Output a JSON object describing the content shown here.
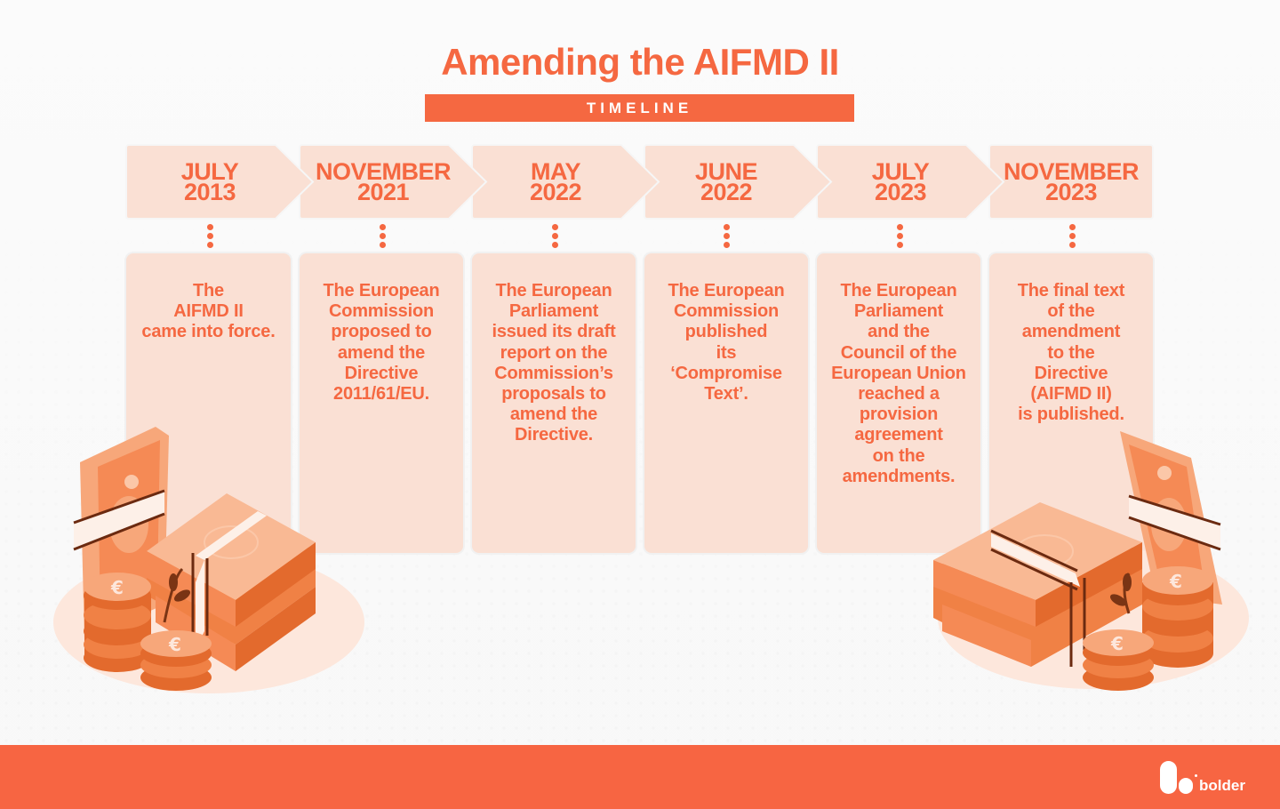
{
  "header": {
    "title": "Amending the AIFMD II",
    "subtitle": "TIMELINE"
  },
  "colors": {
    "accent": "#F56841",
    "card_bg": "#FAE0D4",
    "footer_bg": "#F76542"
  },
  "timeline": [
    {
      "month": "JULY",
      "year": "2013",
      "text": "The\nAIFMD II\ncame into force."
    },
    {
      "month": "NOVEMBER",
      "year": "2021",
      "text": "The European\nCommission\nproposed to\namend the\nDirective\n2011/61/EU."
    },
    {
      "month": "MAY",
      "year": "2022",
      "text": "The European\nParliament\nissued its draft\nreport on the\nCommission’s\nproposals to\namend the\nDirective."
    },
    {
      "month": "JUNE",
      "year": "2022",
      "text": "The European\nCommission\npublished\nits\n‘Compromise\nText’."
    },
    {
      "month": "JULY",
      "year": "2023",
      "text": "The European\nParliament\nand the\nCouncil of the\nEuropean Union\nreached a\nprovision\nagreement\non the\namendments."
    },
    {
      "month": "NOVEMBER",
      "year": "2023",
      "text": "The final text\nof the\namendment\nto the\nDirective\n(AIFMD II)\nis published."
    }
  ],
  "illustrations": {
    "left": "money-stack-euro-coins-icon",
    "right": "money-stack-euro-coins-icon"
  },
  "footer": {
    "brand": "bolder"
  }
}
